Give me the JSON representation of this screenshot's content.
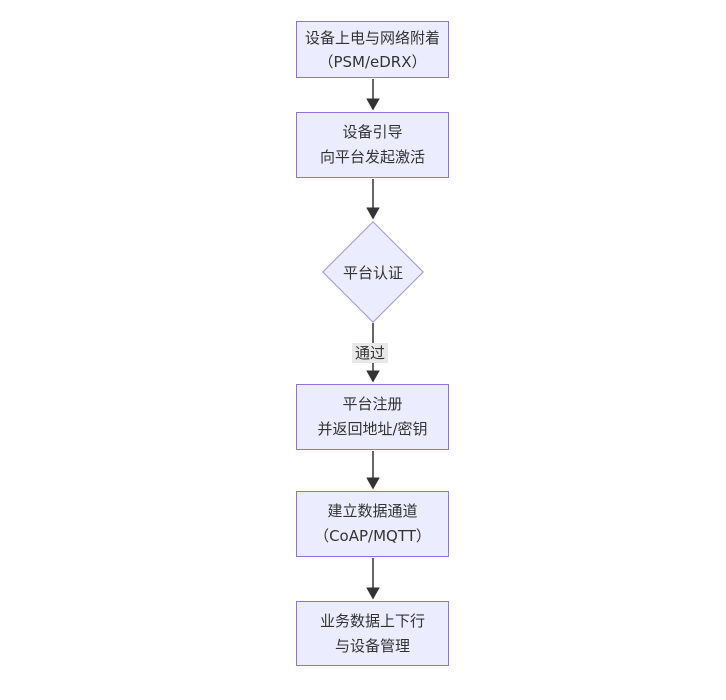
{
  "diagram": {
    "type": "flowchart",
    "direction": "top-down",
    "nodes": [
      {
        "id": "A",
        "shape": "rect",
        "lines": [
          "设备上电与网络附着",
          "（PSM/eDRX）"
        ]
      },
      {
        "id": "B",
        "shape": "rect",
        "lines": [
          "设备引导",
          "向平台发起激活"
        ]
      },
      {
        "id": "C",
        "shape": "diamond",
        "lines": [
          "平台认证"
        ]
      },
      {
        "id": "D",
        "shape": "rect",
        "lines": [
          "平台注册",
          "并返回地址/密钥"
        ]
      },
      {
        "id": "E",
        "shape": "rect",
        "lines": [
          "建立数据通道",
          "（CoAP/MQTT）"
        ]
      },
      {
        "id": "F",
        "shape": "rect",
        "lines": [
          "业务数据上下行",
          "与设备管理"
        ]
      }
    ],
    "edges": [
      {
        "from": "A",
        "to": "B",
        "label": ""
      },
      {
        "from": "B",
        "to": "C",
        "label": ""
      },
      {
        "from": "C",
        "to": "D",
        "label": "通过"
      },
      {
        "from": "D",
        "to": "E",
        "label": ""
      },
      {
        "from": "E",
        "to": "F",
        "label": ""
      }
    ],
    "colors": {
      "node_fill": "#ECECFF",
      "node_border": "#9370DB",
      "diamond_border": "#A78FE0",
      "text": "#333333",
      "edge": "#333333",
      "edge_label_bg": "#E8E8E8",
      "background": "#FFFFFF"
    }
  }
}
